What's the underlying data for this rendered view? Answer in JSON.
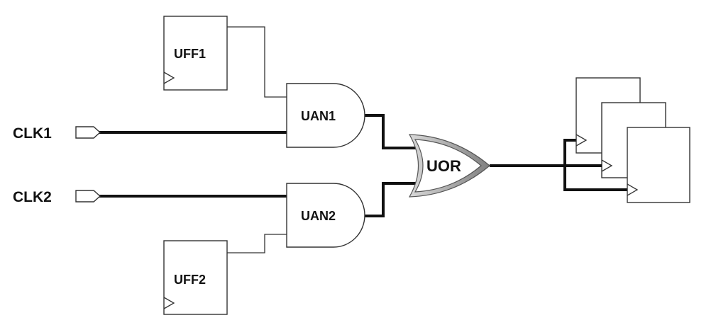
{
  "ports": {
    "clk1": "CLK1",
    "clk2": "CLK2"
  },
  "flipflops": {
    "uff1": "UFF1",
    "uff2": "UFF2"
  },
  "gates": {
    "uan1": "UAN1",
    "uan2": "UAN2",
    "uor": "UOR"
  },
  "colors": {
    "wire": "#111111",
    "outline": "#333333",
    "or_gate_shadow": "#8a8a8a"
  }
}
